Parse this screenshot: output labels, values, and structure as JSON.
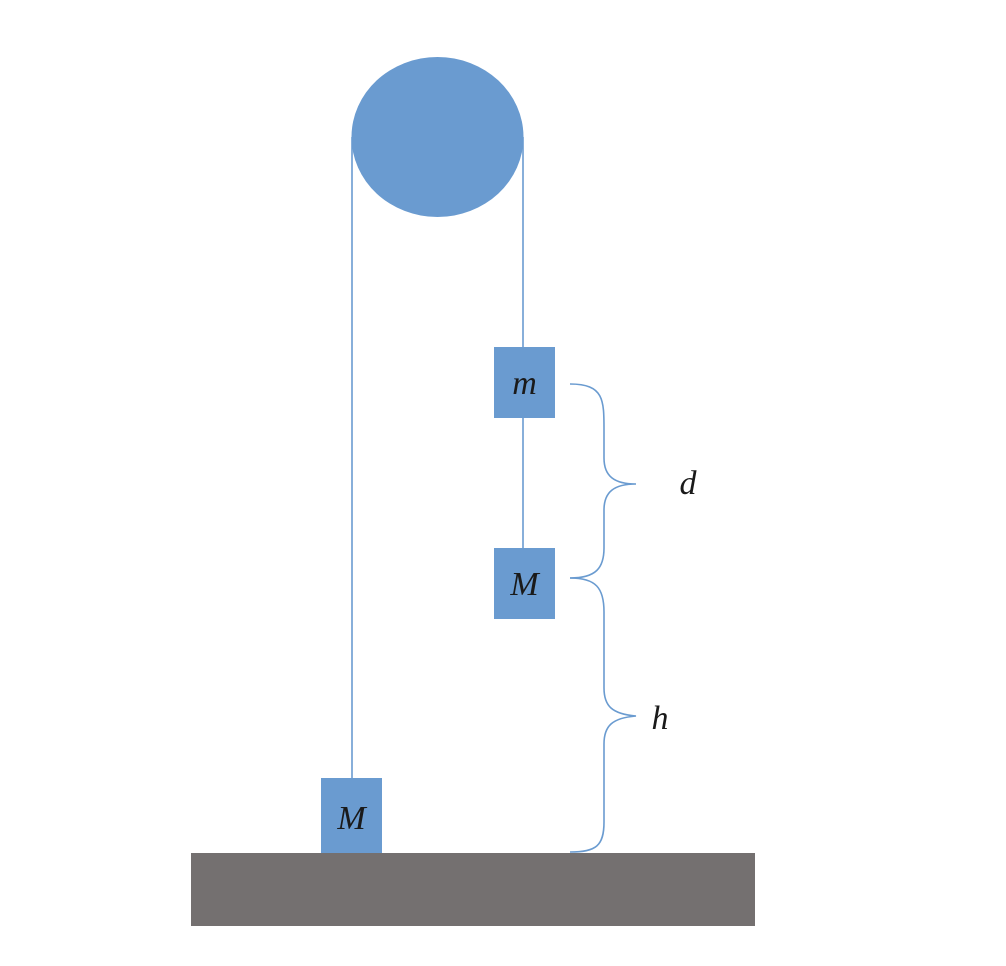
{
  "diagram": {
    "colors": {
      "pulley": "#6a9bd0",
      "block": "#6a9bd0",
      "rope": "#6a9bd0",
      "brace": "#6a9bd0",
      "ground": "#747070",
      "text": "#1a1a1a"
    },
    "blocks": {
      "left_block_label": "M",
      "right_upper_block_label": "m",
      "right_lower_block_label": "M"
    },
    "dimensions": {
      "upper_brace_label": "d",
      "lower_brace_label": "h"
    }
  }
}
